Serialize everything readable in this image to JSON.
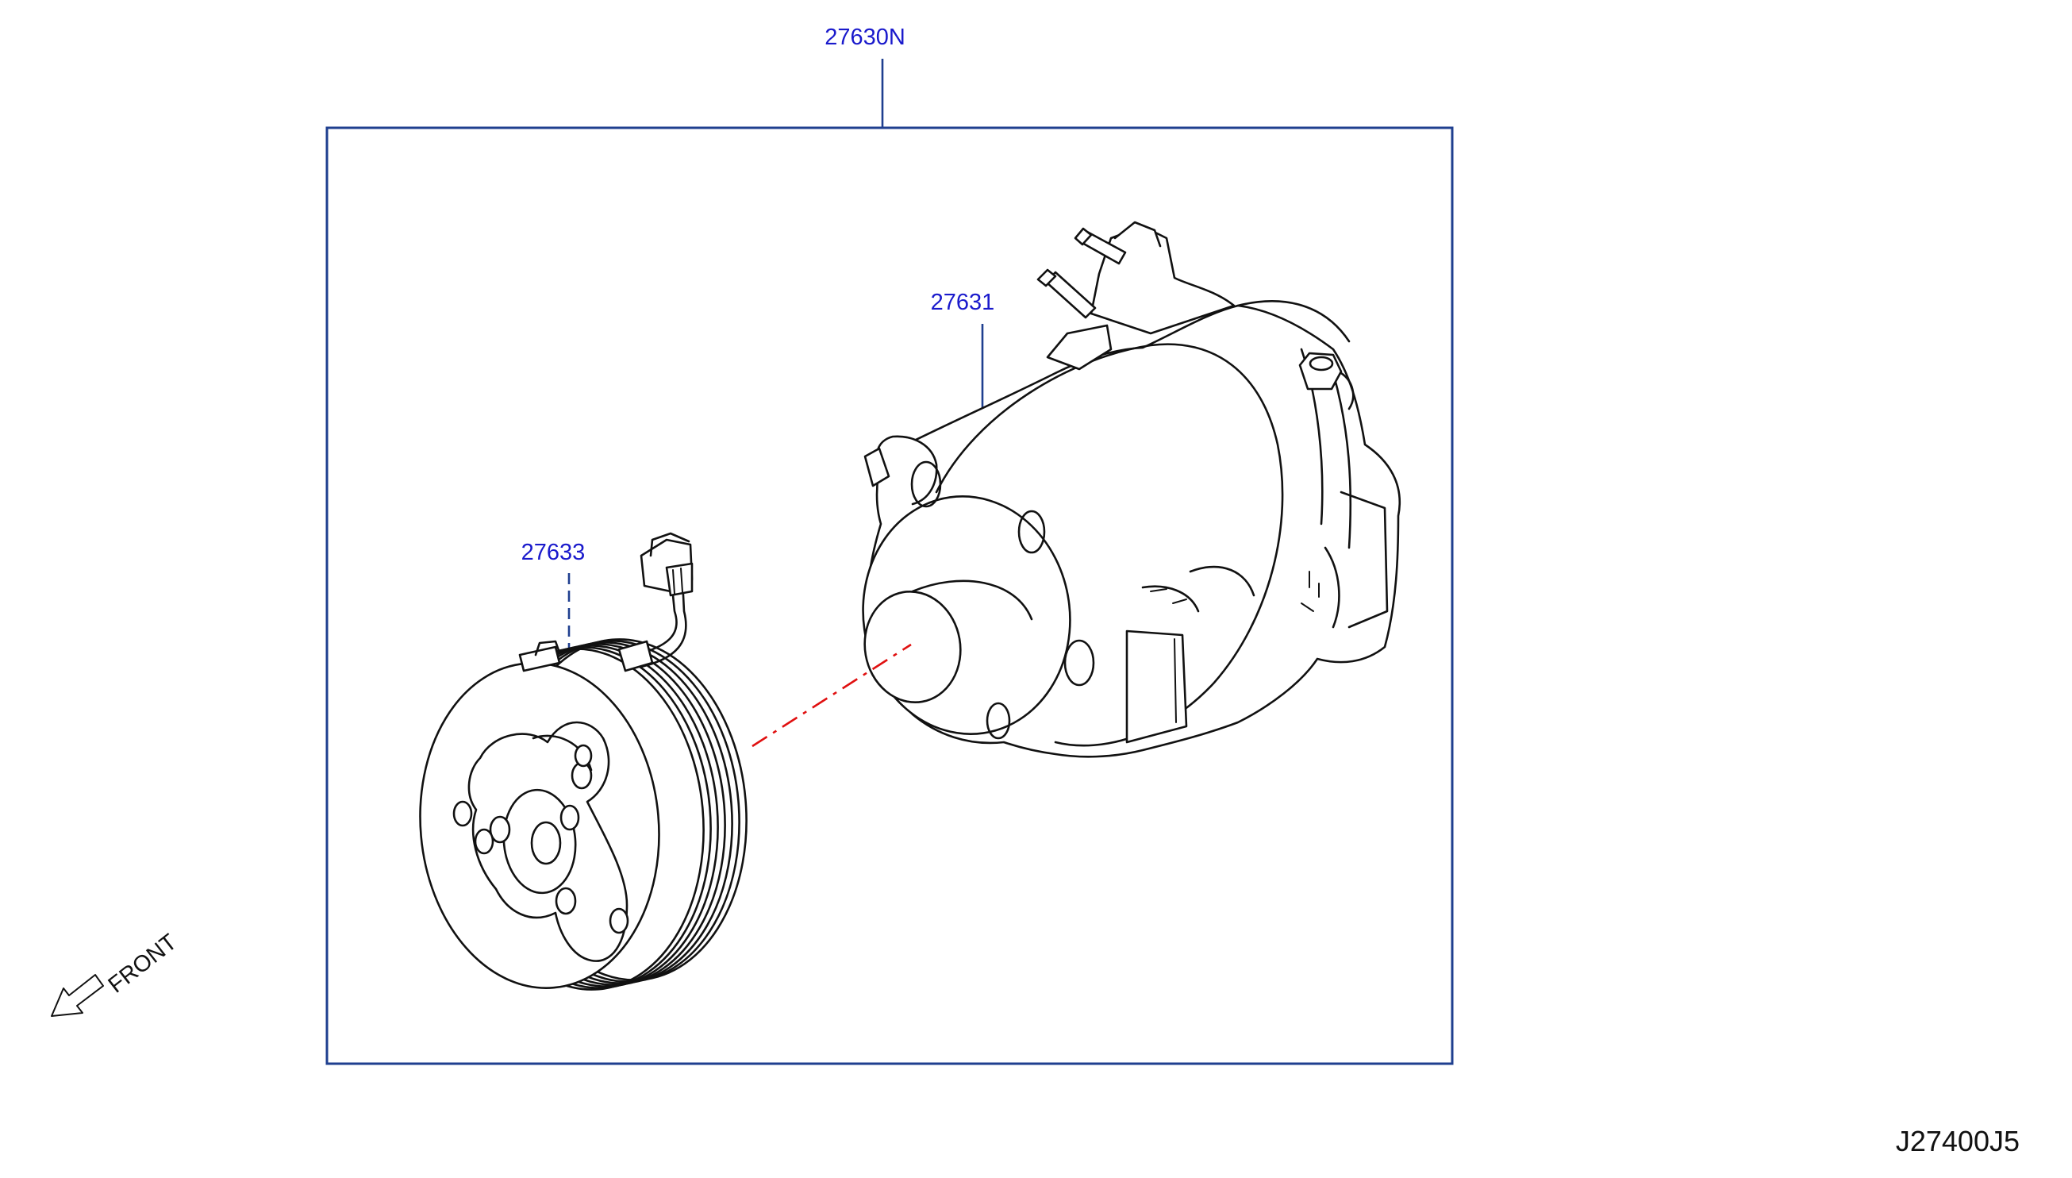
{
  "callouts": {
    "assembly": "27630N",
    "compressor": "27631",
    "clutch": "27633"
  },
  "orientation": {
    "label": "FRONT",
    "icon": "front-arrow-icon"
  },
  "diagram_code": "J27400J5",
  "colors": {
    "callout_text": "#1a1acc",
    "leader_lines": "#1f3f8f",
    "centerline": "#e01010",
    "line_art": "#111111"
  }
}
